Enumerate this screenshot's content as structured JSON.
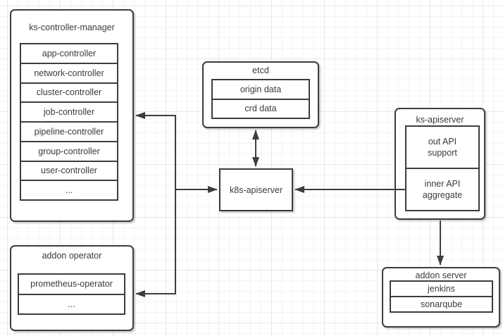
{
  "diagram": {
    "ks_controller_manager": {
      "title": "ks-controller-manager",
      "items": [
        "app-controller",
        "network-controller",
        "cluster-controller",
        "job-controller",
        "pipeline-controller",
        "group-controller",
        "user-controller",
        "..."
      ]
    },
    "etcd": {
      "title": "etcd",
      "items": [
        "origin data",
        "crd data"
      ]
    },
    "k8s_apiserver": {
      "label": "k8s-apiserver"
    },
    "ks_apiserver": {
      "title": "ks-apiserver",
      "items": [
        "out API support",
        "inner API aggregate"
      ]
    },
    "addon_operator": {
      "title": "addon operator",
      "items": [
        "prometheus-operator",
        "..."
      ]
    },
    "addon_server": {
      "title": "addon server",
      "items": [
        "jenkins",
        "sonarqube"
      ]
    },
    "colors": {
      "stroke": "#3d3d3d",
      "text": "#3b3b3b",
      "background": "#ffffff",
      "grid_minor": "#f4f4f4",
      "grid_major": "#e7e7e7"
    }
  }
}
